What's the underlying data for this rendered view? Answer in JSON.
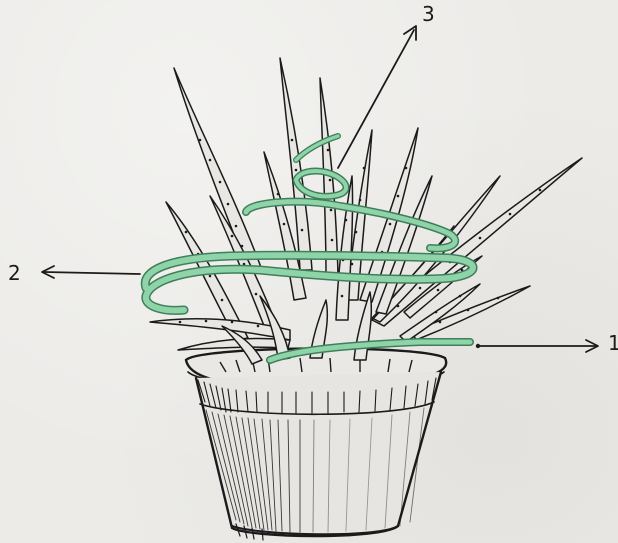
{
  "labels": {
    "one": "1",
    "two": "2",
    "three": "3"
  },
  "colors": {
    "ink": "#1b1b1b",
    "leaf_spiral": "#8fd3a8",
    "leaf_spiral_edge": "#3f7f5a",
    "paper": "#ecebe8"
  }
}
